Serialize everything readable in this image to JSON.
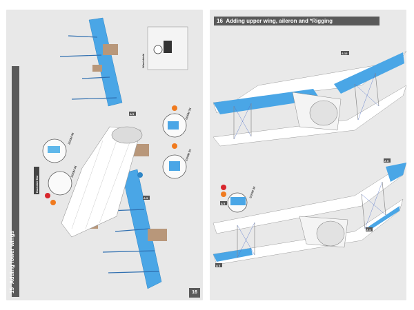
{
  "left_page": {
    "step_number": "15",
    "step_title": "Adding lower wings",
    "page_number": "16",
    "windshield_label": "Windshield",
    "zoom_labels": [
      "ZOOM 3X",
      "ZOOM 3X",
      "ZOOM 3X",
      "ZOOM 3X"
    ],
    "side_tag": "Backside Bar",
    "wing_part_labels": [
      "A 3",
      "A 5"
    ]
  },
  "right_page": {
    "step_number": "16",
    "step_title": "Adding upper wing, aileron and *Rigging",
    "part_labels": [
      "A 10",
      "A 5",
      "A 5",
      "A 4",
      "A 3"
    ],
    "zoom_label": "ZOOM 3X"
  },
  "colors": {
    "wing_blue": "#4aa6e6",
    "header_gray": "#5a5a5a",
    "accent_orange": "#f07a1e",
    "accent_red": "#d8262c",
    "strut_brown": "#b8977a"
  }
}
